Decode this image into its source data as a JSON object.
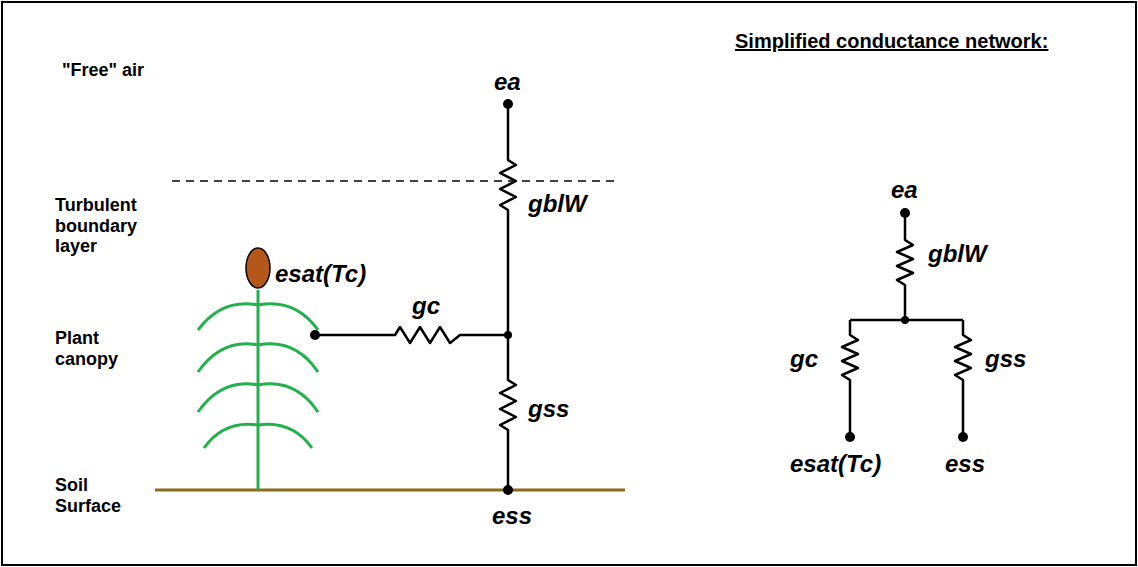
{
  "diagram": {
    "labels": [
      "\"Free\" air",
      "ea",
      "gblW",
      "Turbulent boundary layer",
      "esat(Tc)",
      "gc",
      "Plant canopy",
      "gss",
      "Soil Surface",
      "ess",
      "Simplified conductance network:",
      "ea",
      "gblW",
      "gc",
      "gss",
      "esat(Tc)",
      "ess"
    ]
  }
}
